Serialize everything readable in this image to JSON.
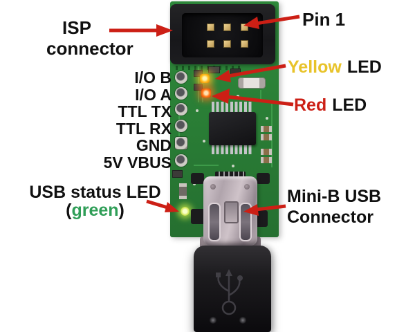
{
  "colors": {
    "background": "#ffffff",
    "arrow_red": "#cc1f15",
    "label_black": "#101010",
    "yellow_text": "#e8c32a",
    "red_text": "#cc1f15",
    "green_text": "#2f9e57",
    "pcb_green": "#2a7f36",
    "led_yellow": "#ffc21e",
    "led_red": "#ff7a1a",
    "led_green": "#d3e85a"
  },
  "icons": {
    "usb_logo": "usb-trident"
  },
  "annotations": {
    "isp_connector": {
      "line1": "ISP",
      "line2": "connector"
    },
    "pin_1": "Pin 1",
    "yellow_led": {
      "word": "Yellow",
      "suffix": "LED"
    },
    "red_led": {
      "word": "Red",
      "suffix": "LED"
    },
    "pin_labels": [
      "I/O B",
      "I/O A",
      "TTL TX",
      "TTL RX",
      "GND",
      "5V VBUS"
    ],
    "usb_status_led": {
      "line1": "USB status LED",
      "open_paren": "(",
      "word": "green",
      "close_paren": ")"
    },
    "mini_b_usb": {
      "line1": "Mini-B USB",
      "line2": "Connector"
    }
  }
}
